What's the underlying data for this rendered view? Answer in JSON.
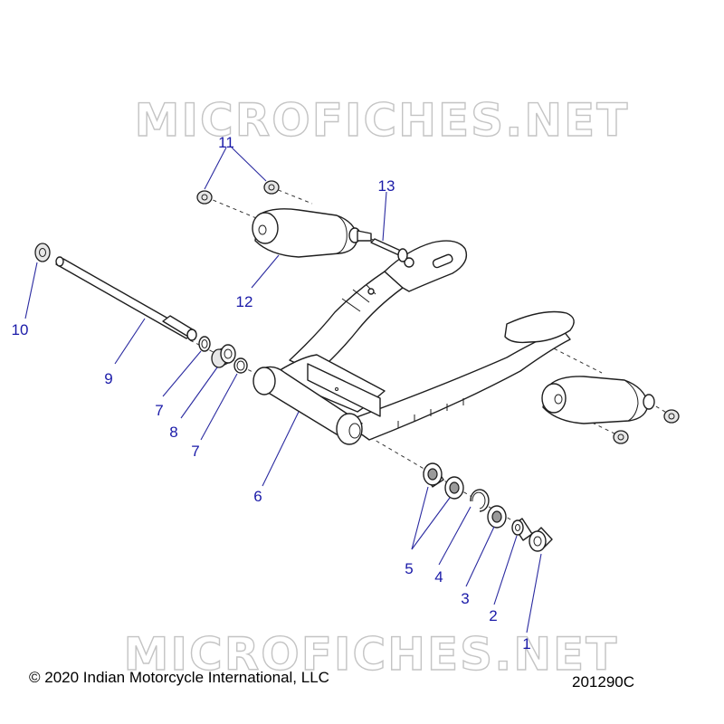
{
  "watermark": {
    "top": "MICROFICHES.NET",
    "bottom": "MICROFICHES.NET"
  },
  "callouts": {
    "c1": "1",
    "c2": "2",
    "c3": "3",
    "c4": "4",
    "c5": "5",
    "c6": "6",
    "c7a": "7",
    "c7b": "7",
    "c8": "8",
    "c9": "9",
    "c10": "10",
    "c11": "11",
    "c12": "12",
    "c13": "13"
  },
  "footer": {
    "copyright": "© 2020 Indian Motorcycle International, LLC",
    "diagram_id": "201290C"
  },
  "colors": {
    "callout": "#1a1aa8",
    "line": "#1e1e1e",
    "watermark": "#c4c4c4"
  }
}
